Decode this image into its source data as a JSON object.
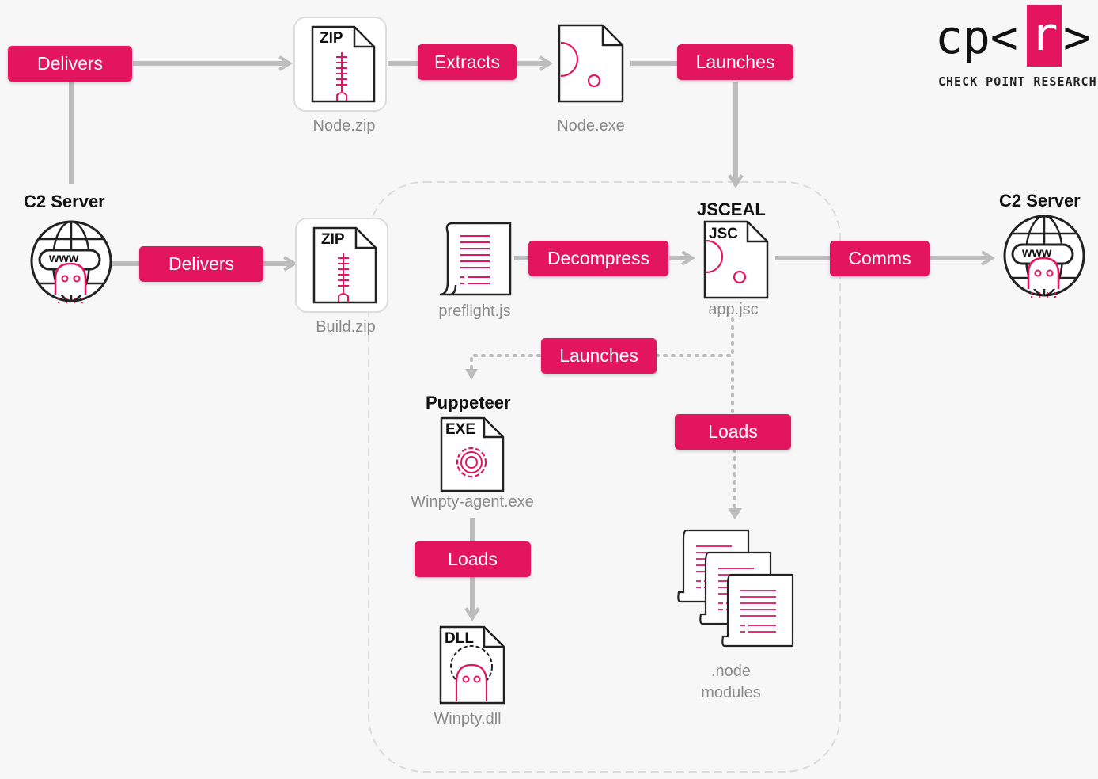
{
  "logo": {
    "prefix": "cp<",
    "letter": "r",
    "suffix": ">",
    "subtitle": "CHECK POINT RESEARCH"
  },
  "nodes": {
    "c2_left": {
      "label": "C2 Server",
      "banner": "www"
    },
    "c2_right": {
      "label": "C2 Server",
      "banner": "www"
    },
    "node_zip": {
      "tag": "ZIP",
      "caption": "Node.zip"
    },
    "node_exe": {
      "caption": "Node.exe"
    },
    "build_zip": {
      "tag": "ZIP",
      "caption": "Build.zip"
    },
    "preflight": {
      "caption": "preflight.js"
    },
    "app_jsc": {
      "heading": "JSCEAL",
      "tag": "JSC",
      "caption": "app.jsc"
    },
    "winpty_agent": {
      "heading": "Puppeteer",
      "tag": "EXE",
      "caption": "Winpty-agent.exe"
    },
    "winpty_dll": {
      "tag": "DLL",
      "caption": "Winpty.dll"
    },
    "node_modules": {
      "caption_line1": ".node",
      "caption_line2": "modules"
    }
  },
  "actions": {
    "delivers_top": "Delivers",
    "extracts": "Extracts",
    "launches_top": "Launches",
    "delivers_mid": "Delivers",
    "decompress": "Decompress",
    "comms": "Comms",
    "launches_mid": "Launches",
    "loads_right": "Loads",
    "loads_left": "Loads"
  },
  "colors": {
    "accent": "#e3155f",
    "connector": "#bdbdbd",
    "icon_stroke": "#222222",
    "caption": "#8a8a8a"
  }
}
